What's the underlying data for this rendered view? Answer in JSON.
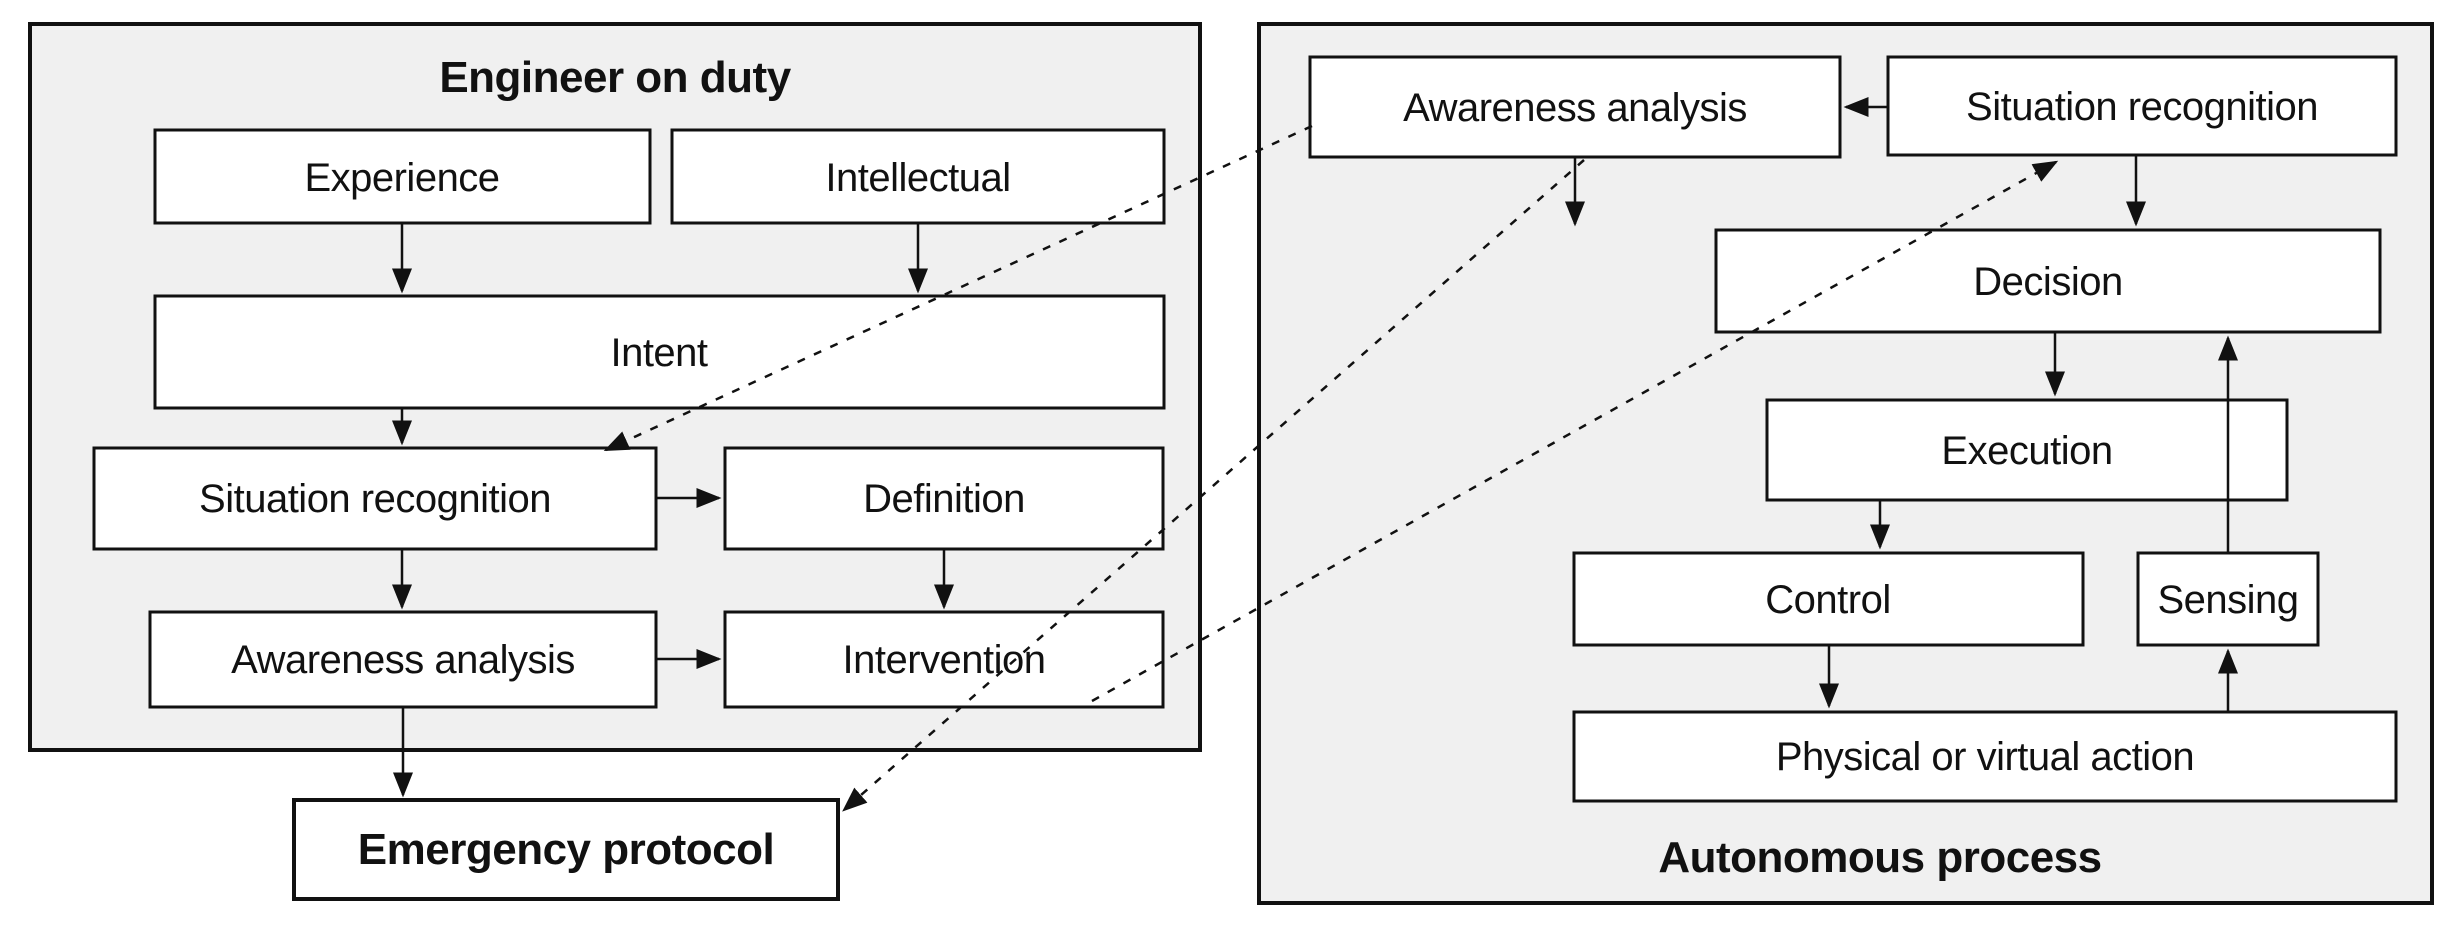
{
  "diagram": {
    "left_panel": {
      "title": "Engineer on duty",
      "nodes": {
        "experience": "Experience",
        "intellectual": "Intellectual",
        "intent": "Intent",
        "situation_recognition": "Situation recognition",
        "definition": "Definition",
        "awareness_analysis": "Awareness analysis",
        "intervention": "Intervention",
        "emergency_protocol": "Emergency protocol"
      }
    },
    "right_panel": {
      "title": "Autonomous process",
      "nodes": {
        "awareness_analysis": "Awareness analysis",
        "situation_recognition": "Situation recognition",
        "decision": "Decision",
        "execution": "Execution",
        "control": "Control",
        "sensing": "Sensing",
        "physical_or_virtual_action": "Physical or virtual action"
      }
    },
    "dashed_links": [
      {
        "from": "right.awareness_analysis",
        "to": "left.situation_recognition"
      },
      {
        "from": "left.intervention",
        "to": "right.situation_recognition"
      },
      {
        "from": "right.awareness_analysis",
        "to": "left.emergency_protocol"
      }
    ],
    "colors": {
      "panel_bg": "#f0f0f0",
      "node_bg": "#ffffff",
      "line": "#111111",
      "text": "#111111"
    }
  }
}
